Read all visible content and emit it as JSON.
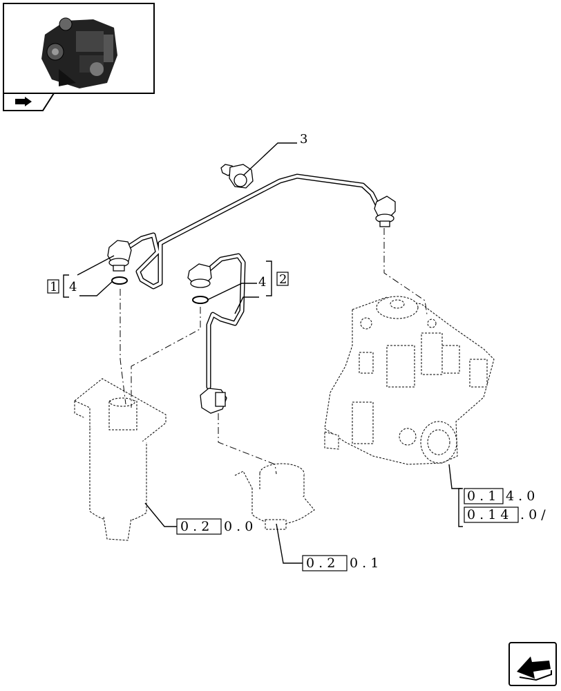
{
  "callouts": {
    "item3": "3",
    "item4_left": "4",
    "item4_right": "4",
    "bracket1": "1",
    "bracket2": "2"
  },
  "references": {
    "filter": {
      "boxed": "0 . 2",
      "rest": "0 . 0"
    },
    "pump": {
      "boxed": "0 . 2",
      "rest": "0 . 1"
    },
    "injection_pump_a": {
      "boxed": "0 . 1",
      "rest": "4 . 0"
    },
    "injection_pump_b": {
      "boxed": "0 . 1 4",
      "rest": ". 0 /"
    }
  },
  "icons": {
    "thumbnail": "engine-thumbnail-icon",
    "section_badge": "section-arrow-icon",
    "nav": "next-page-arrow-icon"
  }
}
